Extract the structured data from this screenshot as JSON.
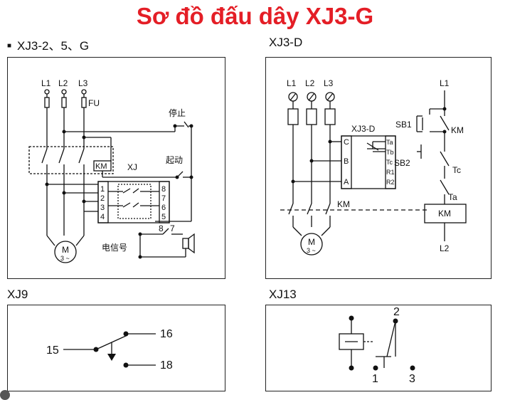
{
  "title": "Sơ đồ đấu dây XJ3-G",
  "colors": {
    "title": "#e41e26",
    "line": "#111111",
    "border": "#222222"
  },
  "panels": {
    "xj3_2_5_g": {
      "heading": "XJ3-2、5、G",
      "bullet": "■",
      "phases": [
        "L1",
        "L2",
        "L3"
      ],
      "fuse_label": "FU",
      "stop_label": "停止",
      "start_label": "起动",
      "km_label": "KM",
      "xj_label": "XJ",
      "terminals_left": [
        "1",
        "2",
        "3",
        "4"
      ],
      "terminals_right": [
        "8",
        "7",
        "6",
        "5"
      ],
      "motor_label": "M",
      "motor_sub": "3 ~",
      "signal_label": "电信号",
      "signal_terminals": [
        "8",
        "7"
      ]
    },
    "xj3_d": {
      "heading": "XJ3-D",
      "phases": [
        "L1",
        "L2",
        "L3"
      ],
      "device_label": "XJ3-D",
      "inputs": [
        "C",
        "B",
        "A"
      ],
      "outputs": [
        "Ta",
        "Tb",
        "Tc",
        "R1",
        "R2"
      ],
      "km_label": "KM",
      "motor_label": "M",
      "motor_sub": "3 ~",
      "ctrl_top": "L1",
      "sb1": "SB1",
      "km_contact": "KM",
      "sb2": "SB2",
      "tc": "Tc",
      "ta": "Ta",
      "coil": "KM",
      "ctrl_bottom": "L2"
    },
    "xj9": {
      "heading": "XJ9",
      "pins": [
        "15",
        "16",
        "18"
      ]
    },
    "xj13": {
      "heading": "XJ13",
      "pins": [
        "2",
        "1",
        "3"
      ]
    }
  }
}
